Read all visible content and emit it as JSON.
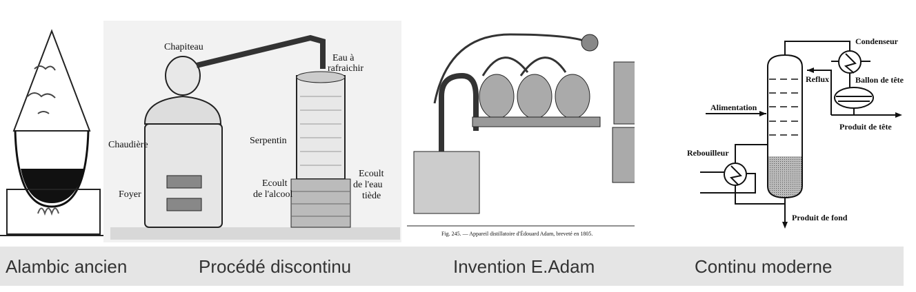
{
  "panels": [
    {
      "caption": "Alambic ancien"
    },
    {
      "caption": "Procédé discontinu",
      "labels": {
        "chapiteau": "Chapiteau",
        "eau_1": "Eau à",
        "eau_2": "rafraichir",
        "chaudiere": "Chaudière",
        "serpentin": "Serpentin",
        "ecoult_alcool_1": "Ecoult",
        "ecoult_alcool_2": "de l'alcool",
        "ecoult_eau_1": "Ecoult",
        "ecoult_eau_2": "de l'eau",
        "ecoult_eau_3": "tiède",
        "foyer": "Foyer"
      }
    },
    {
      "caption": "Invention E.Adam",
      "figure_caption": "Fig. 245. — Appareil distillatoire d'Édouard Adam, breveté en 1805."
    },
    {
      "caption": "Continu moderne",
      "labels": {
        "condenseur": "Condenseur",
        "ballon": "Ballon de tête",
        "reflux": "Reflux",
        "alimentation": "Alimentation",
        "produit_tete": "Produit de tête",
        "rebouilleur": "Rebouilleur",
        "produit_fond": "Produit de fond"
      }
    }
  ]
}
